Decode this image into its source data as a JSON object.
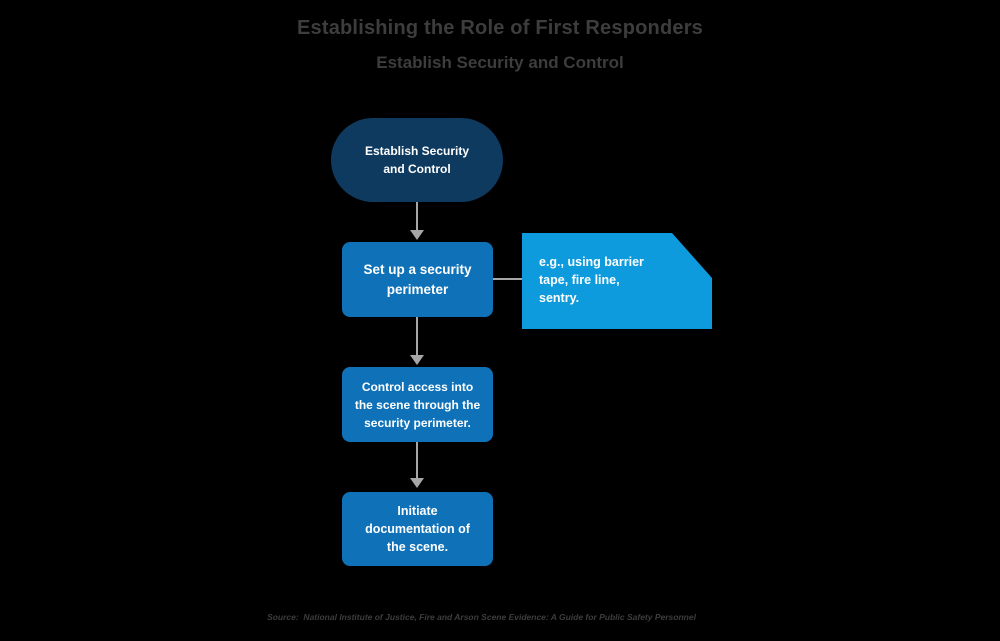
{
  "header": {
    "title": "Establishing the Role of First Responders",
    "subtitle": "Establish Security and Control"
  },
  "diagram": {
    "type": "flowchart",
    "start_terminator": "Establish Security\nand Control",
    "step_perimeter": "Set up a security\nperimeter",
    "note_example": "e.g., using barrier\ntape, fire line,\nsentry.",
    "step_control_access": "Control access into\nthe scene through the\nsecurity perimeter.",
    "step_documentation": "Initiate\ndocumentation of\nthe scene.",
    "flow_order": "start_terminator > step_perimeter > step_control_access > step_documentation; note_example attached to step_perimeter"
  },
  "footer": {
    "source": "Source:  National Institute of Justice, Fire and Arson Scene Evidence: A Guide for Public Safety Personnel"
  },
  "colors": {
    "background": "#000000",
    "terminator_fill": "#0e3a5f",
    "process_fill": "#0f72b8",
    "callout_fill": "#0d9bdd",
    "connector": "#a6a6a6",
    "heading_text": "#3d3d3d",
    "shape_text": "#ffffff"
  }
}
